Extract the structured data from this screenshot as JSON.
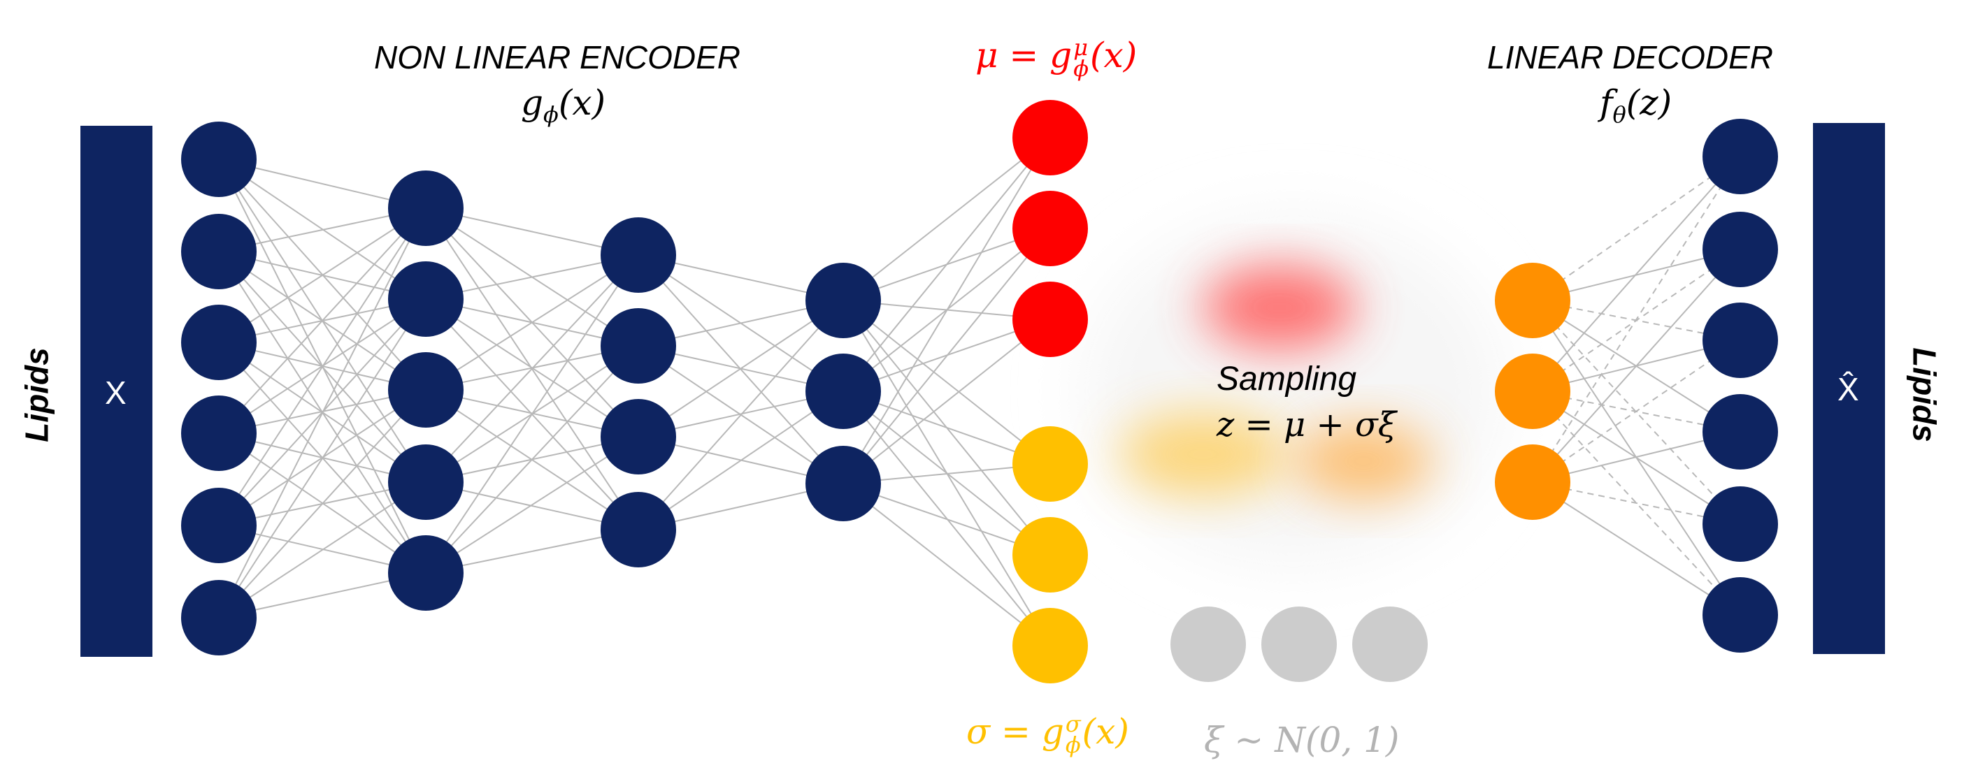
{
  "labels": {
    "encoder_title": "NON LINEAR ENCODER",
    "encoder_fn": "g",
    "encoder_fn_sub": "ϕ",
    "encoder_fn_arg": "(x)",
    "decoder_title": "LINEAR DECODER",
    "decoder_fn": "f",
    "decoder_fn_sub": "θ",
    "decoder_fn_arg": "(z)",
    "mu_lhs": "μ = g",
    "mu_sup": "μ",
    "mu_sub": "ϕ",
    "mu_arg": "(x)",
    "sigma_lhs": "σ = g",
    "sigma_sup": "σ",
    "sigma_sub": "ϕ",
    "sigma_arg": "(x)",
    "sampling_title": "Sampling",
    "sampling_formula": "z = μ + σξ",
    "xi_formula": "ξ ~ N(0, 1)",
    "input_side": "Lipids",
    "output_side": "Lipids",
    "input_bar": "X",
    "output_bar": "X̂"
  },
  "colors": {
    "navy": "#0e2461",
    "mu_red": "#fe0000",
    "sigma_yellow": "#ffc000",
    "latent_orange": "#ff9000",
    "noise_gray": "#cccccc",
    "noise_text_gray": "#b3b3b3",
    "edge_gray": "#b8b8b8"
  },
  "network": {
    "layers": [
      {
        "name": "input",
        "nodes": 6,
        "color": "navy"
      },
      {
        "name": "hidden-1",
        "nodes": 5,
        "color": "navy"
      },
      {
        "name": "hidden-2",
        "nodes": 4,
        "color": "navy"
      },
      {
        "name": "hidden-3",
        "nodes": 3,
        "color": "navy"
      },
      {
        "name": "mu",
        "nodes": 3,
        "color": "mu_red"
      },
      {
        "name": "sigma",
        "nodes": 3,
        "color": "sigma_yellow"
      },
      {
        "name": "noise",
        "nodes": 3,
        "color": "noise_gray"
      },
      {
        "name": "latent",
        "nodes": 3,
        "color": "latent_orange"
      },
      {
        "name": "output",
        "nodes": 6,
        "color": "navy"
      }
    ],
    "decoder_edges_dashed": "partial"
  }
}
